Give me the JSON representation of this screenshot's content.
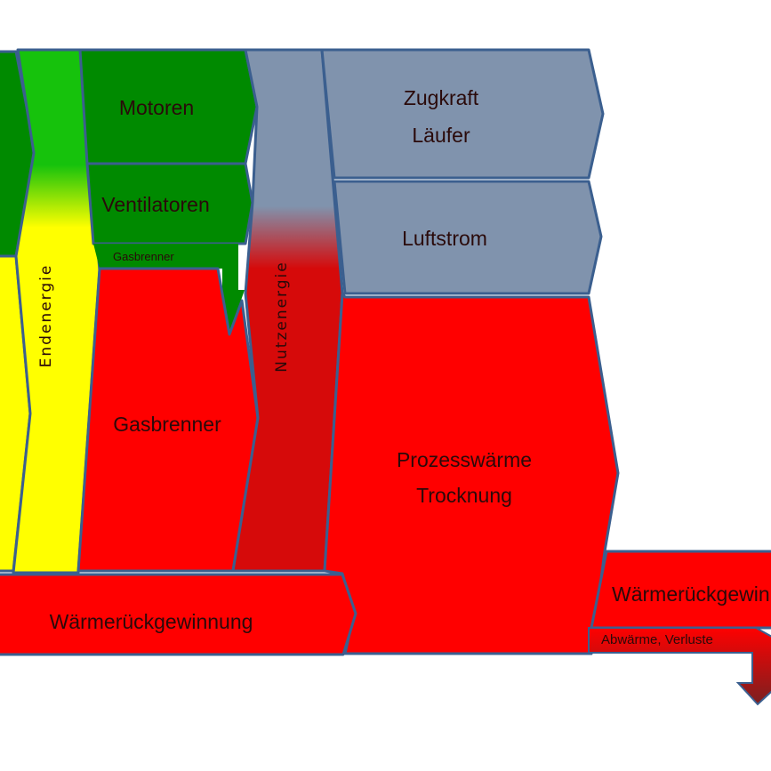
{
  "labels": {
    "motoren": "Motoren",
    "ventilatoren": "Ventilatoren",
    "gasbrenner_small": "Gasbrenner",
    "gasbrenner": "Gasbrenner",
    "endenergie": "Endenergie",
    "nutzenergie": "Nutzenergie",
    "zugkraft_line1": "Zugkraft",
    "zugkraft_line2": "Läufer",
    "luftstrom": "Luftstrom",
    "prozess_line1": "Prozesswärme",
    "prozess_line2": "Trocknung",
    "waermerueck_left": "Wärmerückgewinnung",
    "waermerueck_right": "Wärmerückgewinnung",
    "abwaerme": "Abwärme, Verluste"
  },
  "colors": {
    "electric_green": "#008a00",
    "bright_green": "#16c20c",
    "yellow": "#ffff00",
    "heat_red": "#ff0000",
    "dark_red": "#d60a0a",
    "mechanical_grey": "#8093ad",
    "border_blue": "#3b5f8f"
  }
}
